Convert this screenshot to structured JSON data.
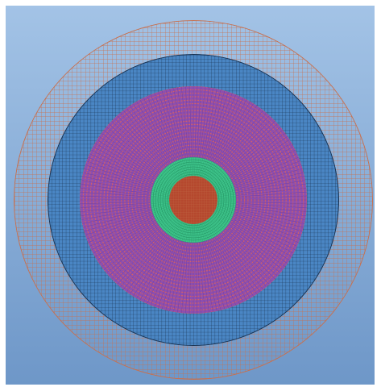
{
  "viewport": {
    "background_top": "#a3c3e6",
    "background_bottom": "#6e97c8"
  },
  "mesh": {
    "type": "concentric-circular-mesh",
    "regions": [
      {
        "name": "outer-region",
        "fill": "none",
        "line_color": "#c8704e",
        "pattern": "grid"
      },
      {
        "name": "shell-region",
        "fill": "#4a86c4",
        "line_color": "#1a3352",
        "pattern": "grid"
      },
      {
        "name": "middle-region",
        "fill": "#8e4fae",
        "line_color": "#d06060",
        "pattern": "polar-dotted"
      },
      {
        "name": "inner-region",
        "fill": "#3ec48a",
        "line_color": "#1f8a5a",
        "pattern": "polar"
      },
      {
        "name": "core-region",
        "fill": "#b5482e",
        "line_color": "#c98a5a",
        "pattern": "grid"
      }
    ]
  }
}
